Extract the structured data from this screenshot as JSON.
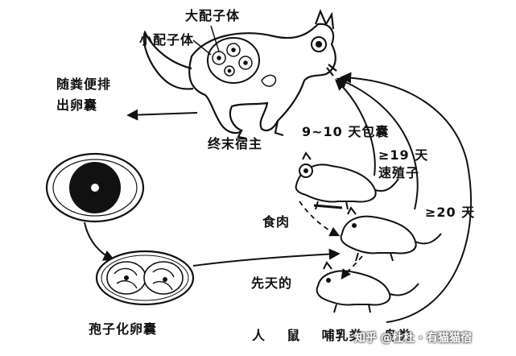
{
  "labels": {
    "macrogametocyte": "大配子体",
    "microgametocyte": "小配子体",
    "excretion": "随粪便排\n出卵囊",
    "definitive_host": "终末宿主",
    "cyst_days": "9~10 天包囊",
    "tachyzoite_days": "≥19 天\n速殖子",
    "days_20": "≥20 天",
    "carnivory": "食肉",
    "congenital": "先天的",
    "sporulated_oocyst": "孢子化卵囊",
    "hosts_row": "人    鼠    哺乳类    鸟类"
  },
  "watermark": "知乎 @杜杜 · 有猫猫宿",
  "colors": {
    "ink": "#111111",
    "bg": "#ffffff"
  }
}
